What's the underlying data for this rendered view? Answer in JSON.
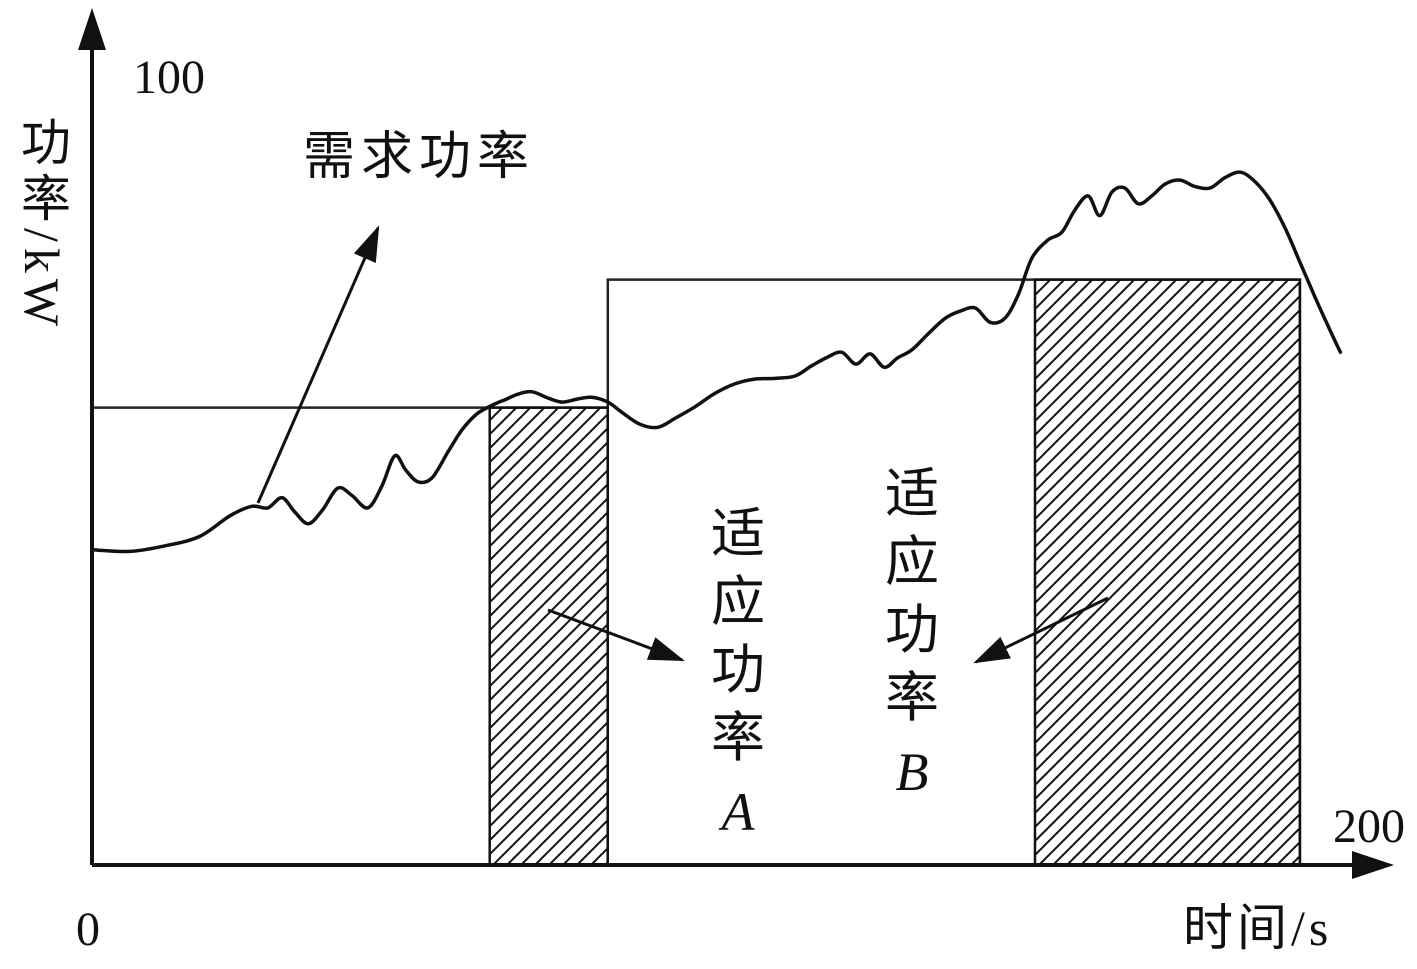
{
  "figure": {
    "y_axis_label": "功率/kW",
    "x_axis_label": "时间/s",
    "y_max_tick": "100",
    "origin_tick": "0",
    "x_max_tick": "200",
    "demand_label": "需求功率",
    "adaptive_a": {
      "text": "适应功率",
      "letter": "A"
    },
    "adaptive_b": {
      "text": "适应功率",
      "letter": "B"
    }
  },
  "chart_data": {
    "type": "line",
    "title": "",
    "xlabel": "时间/s",
    "ylabel": "功率/kW",
    "xlim": [
      0,
      200
    ],
    "ylim": [
      0,
      100
    ],
    "x_ticks": [
      0,
      200
    ],
    "y_ticks": [
      100
    ],
    "grid": false,
    "legend_position": "none",
    "series": [
      {
        "name": "需求功率",
        "style": "freehand wavy line",
        "points": [
          [
            0.0,
            39.9
          ],
          [
            5.9,
            39.7
          ],
          [
            11.4,
            40.4
          ],
          [
            16.8,
            41.6
          ],
          [
            21.5,
            44.2
          ],
          [
            24.9,
            45.4
          ],
          [
            27.4,
            45.2
          ],
          [
            29.6,
            46.5
          ],
          [
            31.6,
            44.7
          ],
          [
            33.7,
            43.2
          ],
          [
            35.9,
            44.9
          ],
          [
            38.3,
            47.7
          ],
          [
            40.5,
            46.8
          ],
          [
            43.0,
            45.2
          ],
          [
            45.2,
            48.0
          ],
          [
            47.2,
            51.8
          ],
          [
            48.9,
            50.0
          ],
          [
            50.8,
            48.5
          ],
          [
            53.0,
            49.0
          ],
          [
            55.5,
            52.3
          ],
          [
            57.7,
            55.1
          ],
          [
            60.0,
            57.1
          ],
          [
            62.4,
            58.2
          ],
          [
            64.4,
            58.9
          ],
          [
            66.4,
            59.6
          ],
          [
            68.6,
            59.9
          ],
          [
            71.1,
            59.1
          ],
          [
            73.3,
            58.6
          ],
          [
            75.8,
            59.0
          ],
          [
            77.9,
            59.2
          ],
          [
            80.4,
            58.6
          ],
          [
            82.6,
            57.3
          ],
          [
            85.4,
            55.8
          ],
          [
            88.2,
            55.4
          ],
          [
            91.0,
            56.6
          ],
          [
            94.0,
            58.0
          ],
          [
            97.1,
            59.7
          ],
          [
            100.2,
            60.9
          ],
          [
            103.3,
            61.5
          ],
          [
            106.5,
            61.6
          ],
          [
            109.6,
            61.9
          ],
          [
            112.2,
            63.2
          ],
          [
            114.7,
            64.3
          ],
          [
            116.9,
            64.9
          ],
          [
            119.1,
            63.4
          ],
          [
            121.3,
            64.7
          ],
          [
            123.5,
            63.0
          ],
          [
            125.6,
            64.2
          ],
          [
            127.8,
            65.2
          ],
          [
            130.3,
            67.2
          ],
          [
            133.0,
            69.2
          ],
          [
            135.3,
            70.1
          ],
          [
            137.7,
            70.5
          ],
          [
            140.0,
            68.7
          ],
          [
            142.3,
            69.2
          ],
          [
            144.4,
            72.2
          ],
          [
            146.5,
            76.8
          ],
          [
            149.0,
            79.1
          ],
          [
            151.2,
            80.1
          ],
          [
            153.2,
            82.9
          ],
          [
            155.3,
            84.7
          ],
          [
            157.1,
            82.2
          ],
          [
            159.0,
            85.2
          ],
          [
            161.0,
            85.7
          ],
          [
            163.1,
            83.7
          ],
          [
            165.2,
            84.7
          ],
          [
            167.3,
            86.2
          ],
          [
            169.6,
            86.7
          ],
          [
            171.9,
            85.9
          ],
          [
            174.3,
            85.7
          ],
          [
            176.6,
            87.0
          ],
          [
            179.0,
            87.7
          ],
          [
            181.3,
            86.5
          ],
          [
            183.6,
            84.2
          ],
          [
            186.0,
            80.6
          ],
          [
            188.3,
            76.3
          ],
          [
            190.7,
            71.8
          ],
          [
            192.7,
            68.2
          ],
          [
            194.6,
            64.9
          ]
        ]
      }
    ],
    "adaptive_power_steps": [
      {
        "from_s": 0,
        "to_s": 80.4,
        "kw": 57.9
      },
      {
        "from_s": 80.4,
        "to_s": 188.3,
        "kw": 74.1
      }
    ],
    "hatched_blocks": [
      {
        "name": "A",
        "label": "适应功率A",
        "from_s": 62.0,
        "to_s": 80.4,
        "kw": 57.9
      },
      {
        "name": "B",
        "label": "适应功率B",
        "from_s": 147.0,
        "to_s": 188.3,
        "kw": 74.1
      }
    ],
    "annotations": [
      "需求功率",
      "适应功率A",
      "适应功率B"
    ]
  }
}
